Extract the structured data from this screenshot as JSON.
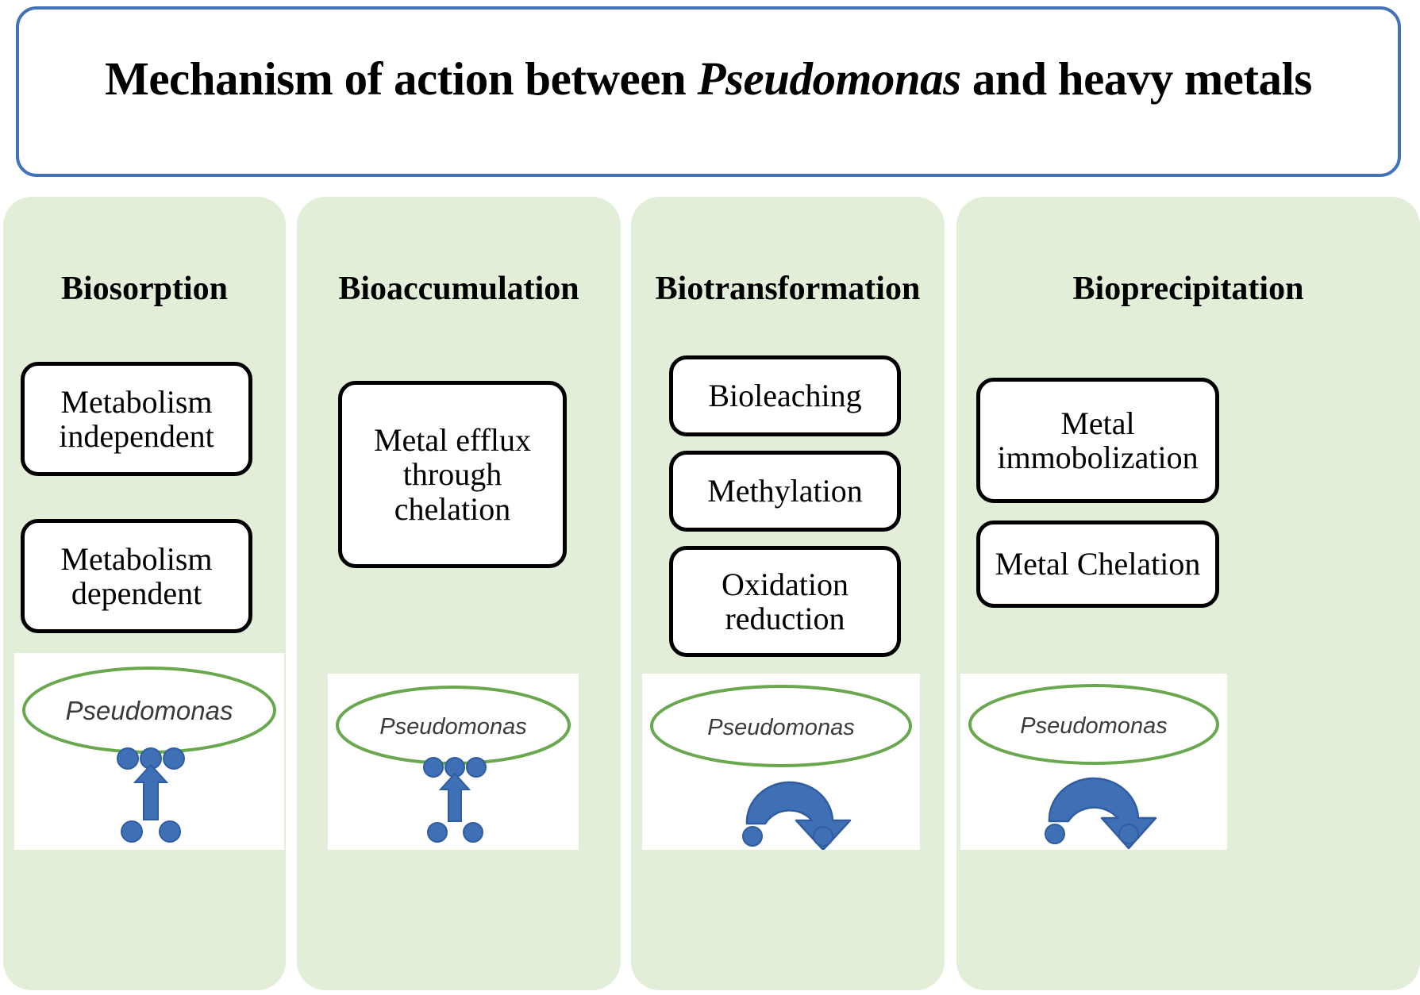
{
  "title": {
    "prefix": "Mechanism of action between ",
    "species": "Pseudomonas",
    "suffix": " and heavy metals"
  },
  "colors": {
    "banner_border": "#4472b8",
    "column_background": "#e3eed9",
    "box_border": "#000000",
    "box_fill": "#ffffff",
    "ellipse_stroke": "#6aa84f",
    "marker_blue": "#3f6fb5",
    "arrow_blue": "#3f6fb5"
  },
  "columns": [
    {
      "id": "biosorption",
      "heading": "Biosorption",
      "boxes": [
        {
          "label": "Metabolism\nindependent"
        },
        {
          "label": "Metabolism\ndependent"
        }
      ],
      "illustration": {
        "organism_label": "Pseudomonas",
        "arrow_type": "straight-up",
        "bound_markers": 3,
        "free_markers": 2
      }
    },
    {
      "id": "bioaccumulation",
      "heading": "Bioaccumulation",
      "boxes": [
        {
          "label": "Metal efflux\nthrough\nchelation"
        }
      ],
      "illustration": {
        "organism_label": "Pseudomonas",
        "arrow_type": "straight-up",
        "bound_markers": 3,
        "free_markers": 2
      }
    },
    {
      "id": "biotransformation",
      "heading": "Biotransformation",
      "boxes": [
        {
          "label": "Bioleaching"
        },
        {
          "label": "Methylation"
        },
        {
          "label": "Oxidation\nreduction"
        }
      ],
      "illustration": {
        "organism_label": "Pseudomonas",
        "arrow_type": "curved-arc",
        "bound_markers": 0,
        "free_markers": 2
      }
    },
    {
      "id": "bioprecipitation",
      "heading": "Bioprecipitation",
      "boxes": [
        {
          "label": "Metal\nimmobolization"
        },
        {
          "label": "Metal Chelation"
        }
      ],
      "illustration": {
        "organism_label": "Pseudomonas",
        "arrow_type": "curved-arc",
        "bound_markers": 0,
        "free_markers": 2
      }
    }
  ]
}
